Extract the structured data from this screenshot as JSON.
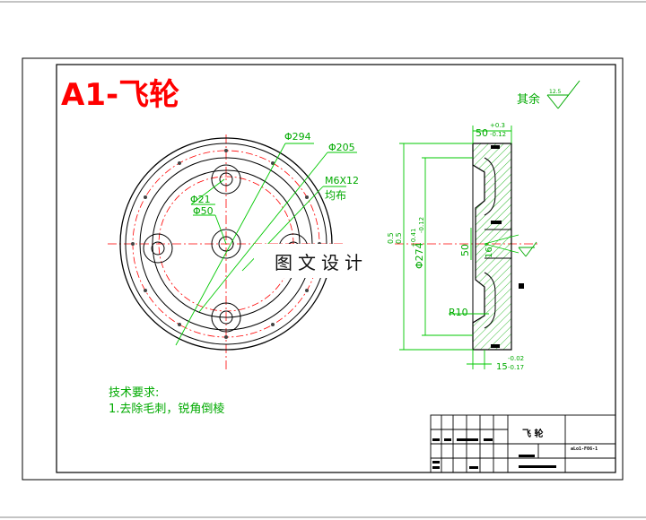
{
  "sheet": {
    "title": "A1-飞轮",
    "roughness_label": "其余",
    "roughness_value": "12.5"
  },
  "front_view": {
    "dim_outer": "Φ294",
    "dim_pitch": "Φ205",
    "dim_small_hole": "Φ21",
    "dim_boss": "Φ50",
    "thread_spec": "M6X12",
    "thread_note": "均布"
  },
  "side_view": {
    "dim_width_top": "50",
    "tol_width_top_upper": "+0.3",
    "tol_width_top_lower": "-0.12",
    "dim_bore": "Φ274",
    "tol_bore_upper": "+0.41",
    "tol_bore_lower": "-0.12",
    "dim_ref_a": "0.5",
    "dim_ref_b": "0.5",
    "dim_center": "50",
    "dim_angle": "16°",
    "dim_radius": "R10",
    "dim_width_bottom": "15",
    "tol_width_bottom_upper": "-0.02",
    "tol_width_bottom_lower": "-0.17"
  },
  "notes": {
    "heading": "技术要求:",
    "item_1": "1.去除毛刺，锐角倒棱"
  },
  "title_block": {
    "part_name": "飞  轮",
    "drawing_no": "aLo1-F06-1"
  },
  "watermark": "图文设计",
  "colors": {
    "outline": "#000000",
    "dimension": "#00c800",
    "centerline": "#ff0000",
    "title": "#ff0000"
  }
}
